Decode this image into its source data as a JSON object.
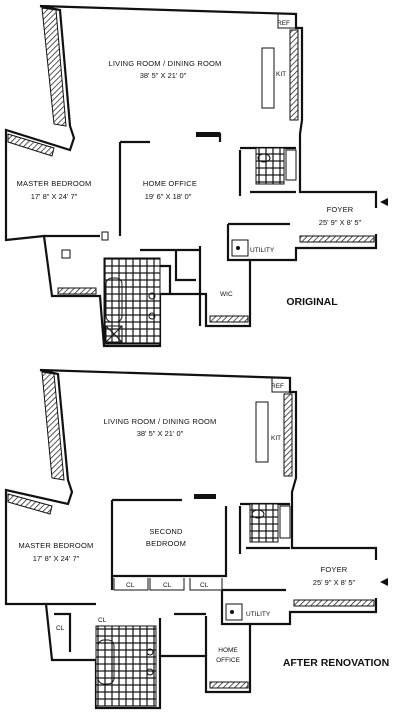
{
  "original": {
    "status_label": "ORIGINAL",
    "rooms": {
      "living_dining": {
        "name": "LIVING ROOM / DINING ROOM",
        "dims": "38' 5\" X 21' 0\""
      },
      "kitchen": {
        "name": "KIT"
      },
      "ref": {
        "name": "REF"
      },
      "master_bedroom": {
        "name": "MASTER BEDROOM",
        "dims": "17' 8\" X 24' 7\""
      },
      "home_office": {
        "name": "HOME OFFICE",
        "dims": "19' 6\" X 18' 0\""
      },
      "foyer": {
        "name": "FOYER",
        "dims": "25' 9\" X 8' 5\""
      },
      "utility": {
        "name": "UTILITY"
      },
      "wic": {
        "name": "WIC"
      }
    }
  },
  "renovated": {
    "status_label": "AFTER RENOVATION",
    "rooms": {
      "living_dining": {
        "name": "LIVING ROOM / DINING ROOM",
        "dims": "38' 5\" X 21' 0\""
      },
      "kitchen": {
        "name": "KIT"
      },
      "ref": {
        "name": "REF"
      },
      "master_bedroom": {
        "name": "MASTER BEDROOM",
        "dims": "17' 8\" X 24' 7\""
      },
      "second_bedroom": {
        "name_line1": "SECOND",
        "name_line2": "BEDROOM"
      },
      "closet": {
        "name": "CL"
      },
      "foyer": {
        "name": "FOYER",
        "dims": "25' 9\" X 8' 5\""
      },
      "utility": {
        "name": "UTILITY"
      },
      "home_office": {
        "name_line1": "HOME",
        "name_line2": "OFFICE"
      }
    }
  }
}
